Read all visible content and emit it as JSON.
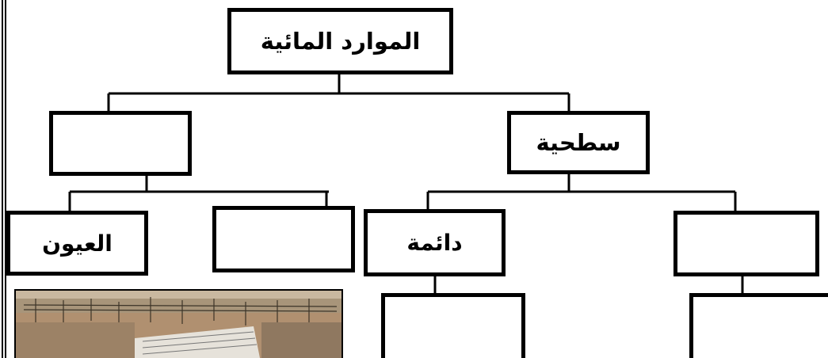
{
  "diagram": {
    "root": {
      "label": "الموارد المائية"
    },
    "left_branch": {
      "label": "",
      "children": [
        {
          "label": "العيون"
        },
        {
          "label": ""
        }
      ]
    },
    "right_branch": {
      "label": "سطحية",
      "children": [
        {
          "label": "دائمة",
          "child_label": ""
        },
        {
          "label": "",
          "child_label": ""
        }
      ]
    }
  },
  "colors": {
    "line": "#000000",
    "box_fill": "#ffffff",
    "sky": "#c9b8a0",
    "ground": "#b09070"
  }
}
